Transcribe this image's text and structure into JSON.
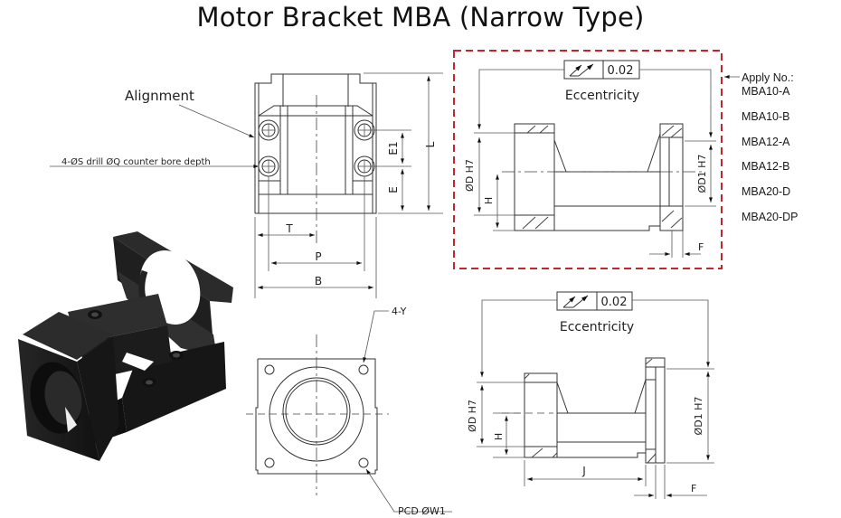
{
  "title": "Motor Bracket MBA (Narrow Type)",
  "front_view": {
    "callouts": {
      "alignment": "Alignment",
      "drill_note": "4-ØS drill ØQ counter bore depth"
    },
    "dimensions": {
      "L": "L",
      "E1": "E1",
      "E": "E",
      "T": "T",
      "P": "P",
      "B": "B"
    }
  },
  "side_view_top": {
    "tolerance_value": "0.02",
    "tolerance_label": "Eccentricity",
    "tolerance_symbol": "runout-icon",
    "dimensions": {
      "D": "ØD  H7",
      "H": "H",
      "D1": "ØD1  H7",
      "F": "F"
    },
    "highlight_color": "#c0282d"
  },
  "apply_list": {
    "heading": "Apply No.:",
    "items": [
      "MBA10-A",
      "MBA10-B",
      "MBA12-A",
      "MBA12-B",
      "MBA20-D",
      "MBA20-DP"
    ]
  },
  "top_view": {
    "callouts": {
      "holes": "4-Y",
      "pcd": "PCD  ØW1"
    }
  },
  "side_view_bottom": {
    "tolerance_value": "0.02",
    "tolerance_label": "Eccentricity",
    "dimensions": {
      "D": "ØD  H7",
      "H": "H",
      "D1": "ØD1  H7",
      "J": "J",
      "F": "F"
    }
  },
  "product_photo": {
    "alt": "Black motor bracket 3D render"
  }
}
